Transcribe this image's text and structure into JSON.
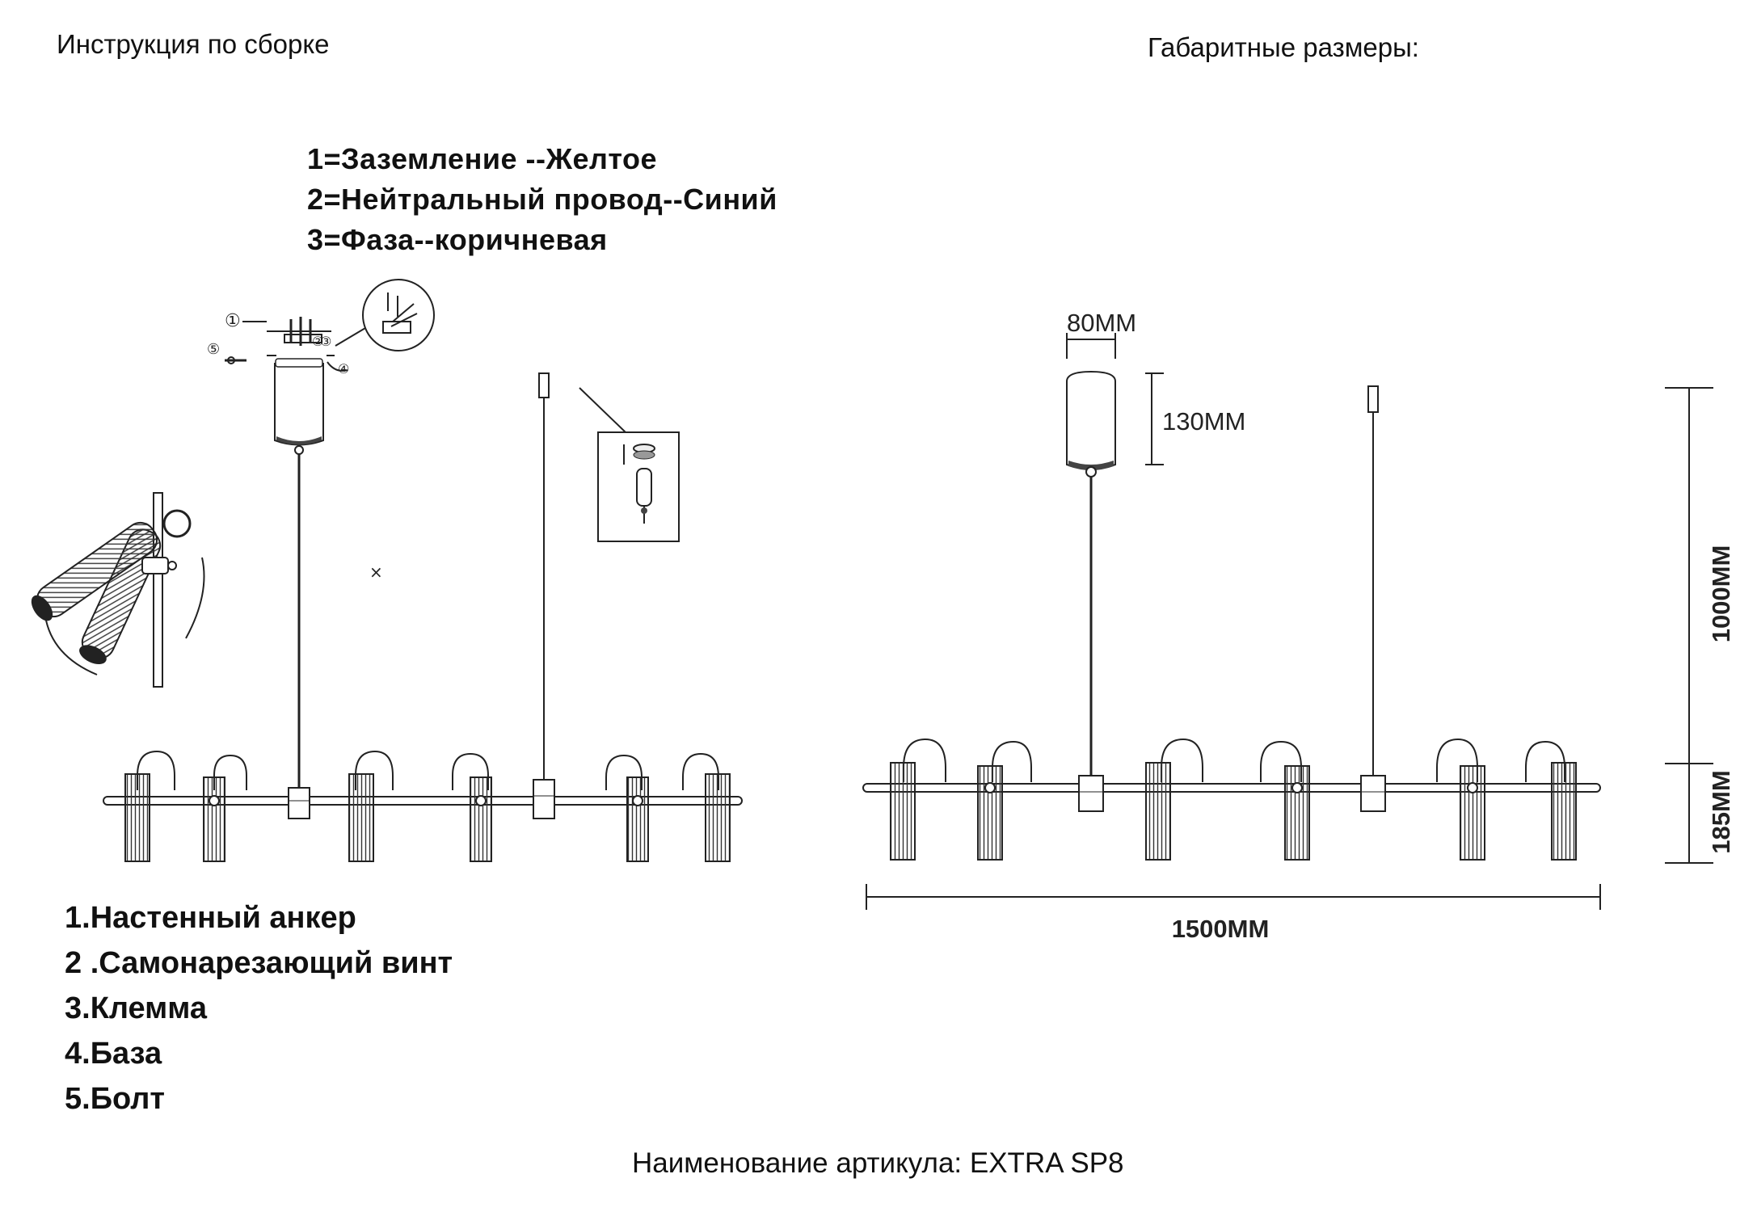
{
  "header": {
    "assembly_title": "Инструкция по сборке",
    "dimensions_title": "Габаритные размеры:"
  },
  "wiring": [
    "1=Заземление --Желтое",
    "2=Нейтральный провод--Синий",
    "3=Фаза--коричневая"
  ],
  "parts": [
    "1.Настенный анкер",
    "2 .Самонарезающий винт",
    "3.Клемма",
    "4.База",
    "5.Болт"
  ],
  "callouts": [
    "①",
    "②",
    "③",
    "④",
    "⑤"
  ],
  "stray_mark": "×",
  "dimensions": {
    "canopy_width": "80MM",
    "canopy_height": "130MM",
    "suspension_length": "1000MM",
    "fixture_height": "185MM",
    "total_length": "1500MM"
  },
  "footer": {
    "article": "Наименование артикула: EXTRA SP8"
  }
}
